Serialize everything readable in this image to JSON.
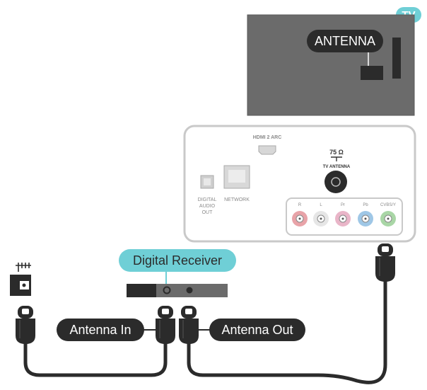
{
  "badge": {
    "label": "TV"
  },
  "tv": {
    "antenna_label": "ANTENNA"
  },
  "panel": {
    "hdmi_label": "HDMI 2 ARC",
    "impedance": "75 Ω",
    "tv_antenna_label": "TV ANTENNA",
    "digital_audio_label": [
      "DIGITAL",
      "AUDIO",
      "OUT"
    ],
    "network_label": "NETWORK",
    "rca_labels": [
      "R",
      "L",
      "Pr",
      "Pb",
      "CVBS/Y"
    ]
  },
  "receiver": {
    "label": "Digital Receiver"
  },
  "callouts": {
    "antenna_in": "Antenna In",
    "antenna_out": "Antenna Out"
  },
  "colors": {
    "accent": "#6fcfd6",
    "dark": "#2b2b2b",
    "tv_body": "#6b6b6b",
    "panel_border": "#c9c9c9",
    "rca_red": "#e8a3a8",
    "rca_pink": "#e9b5c8",
    "rca_blue": "#9fc7e6",
    "rca_green": "#a9d6a6"
  }
}
